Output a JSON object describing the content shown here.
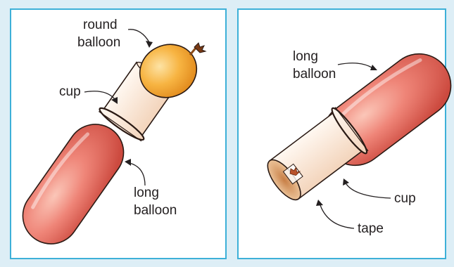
{
  "colors": {
    "background": "#ddeef6",
    "panel_border": "#3db0d8",
    "long_balloon": "#e86a5e",
    "round_balloon": "#f5a832",
    "cup": "#fbe7d6"
  },
  "left_panel": {
    "labels": {
      "round_balloon_line1": "round",
      "round_balloon_line2": "balloon",
      "cup": "cup",
      "long_balloon_line1": "long",
      "long_balloon_line2": "balloon"
    }
  },
  "right_panel": {
    "labels": {
      "long_balloon_line1": "long",
      "long_balloon_line2": "balloon",
      "cup": "cup",
      "tape": "tape"
    }
  }
}
